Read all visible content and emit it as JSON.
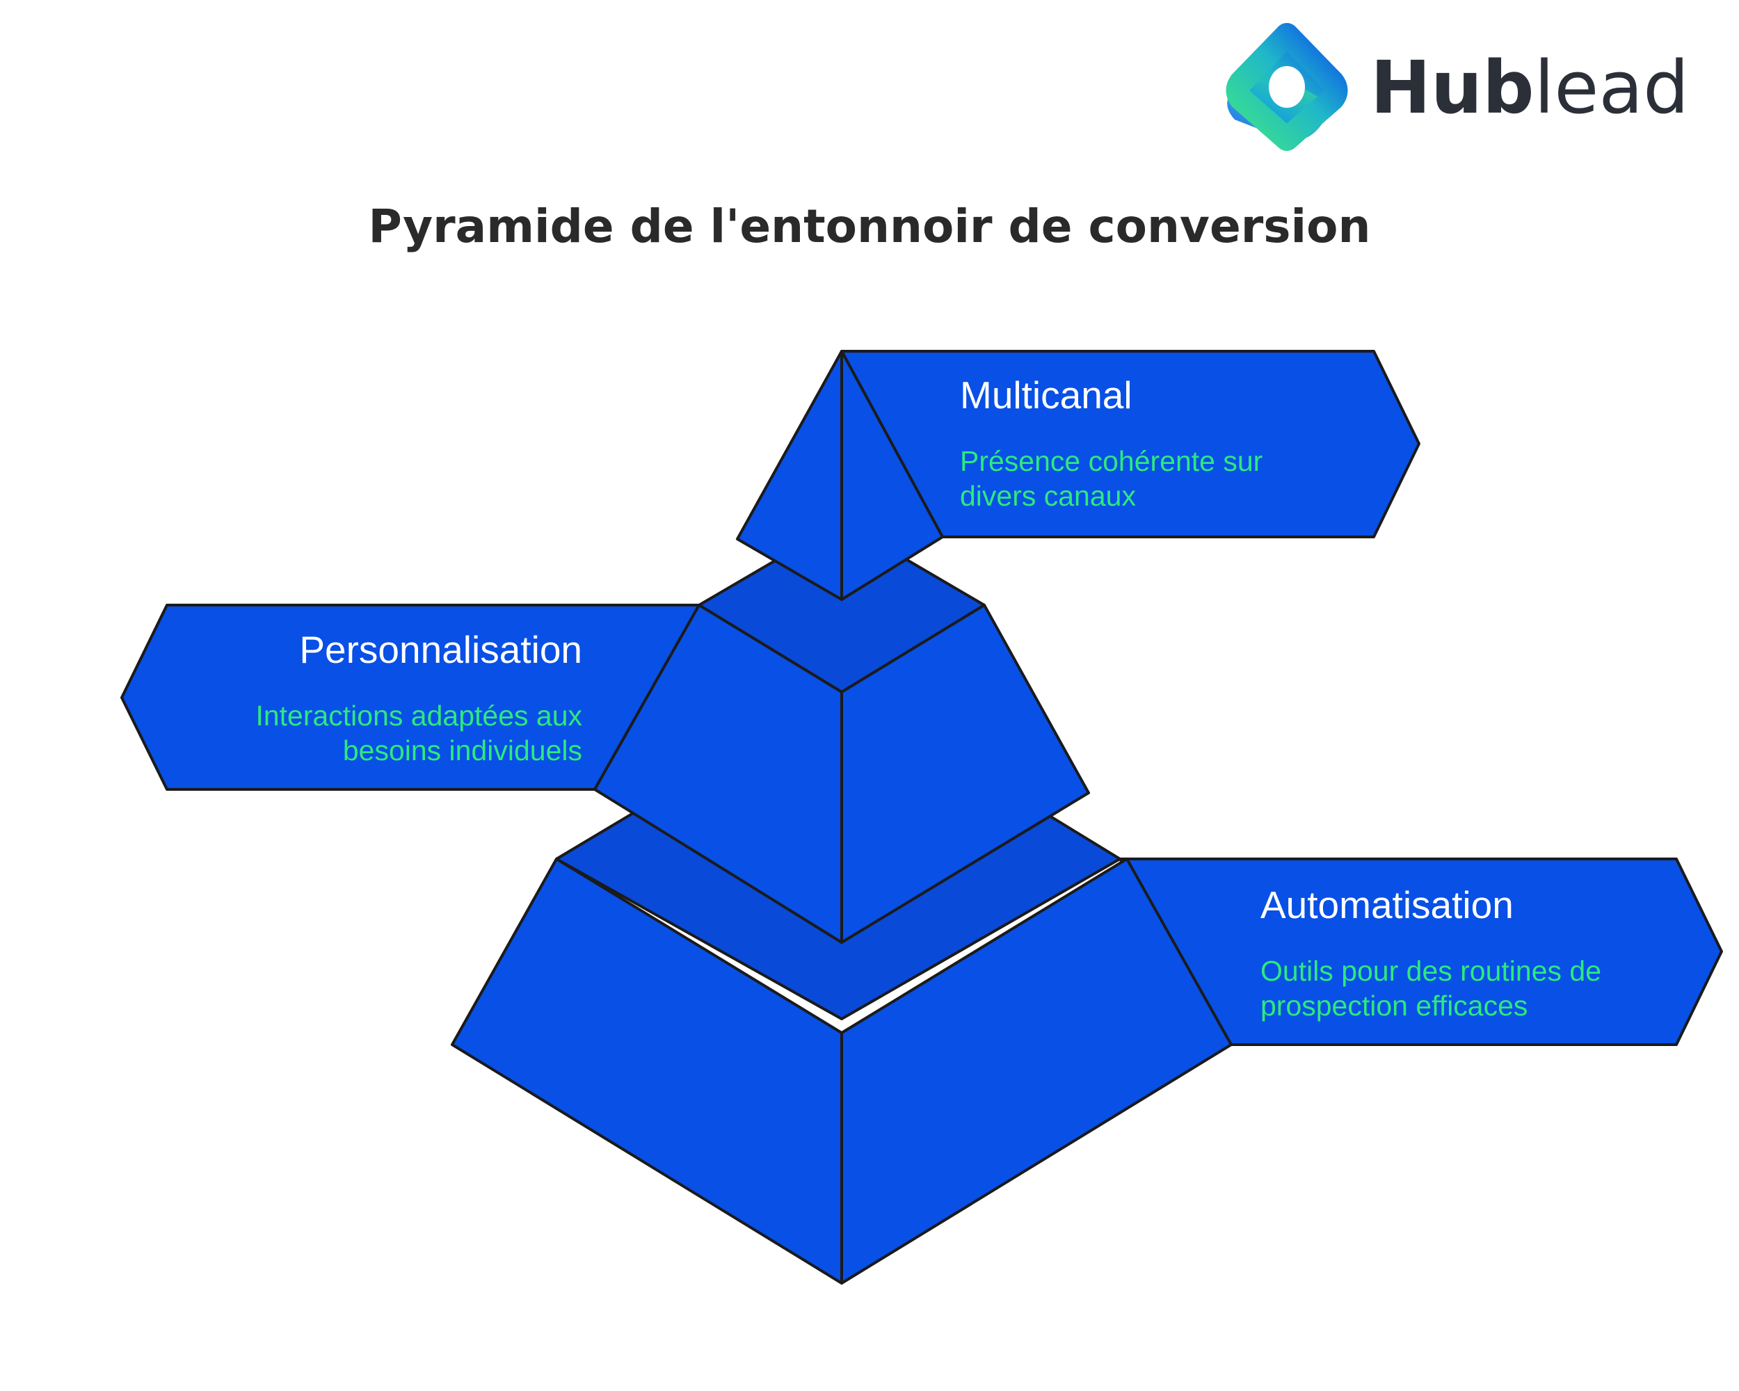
{
  "brand": {
    "name_bold": "Hub",
    "name_light": "lead"
  },
  "diagram": {
    "title": "Pyramide de l'entonnoir de conversion",
    "levels": [
      {
        "title": "Multicanal",
        "desc_lines": [
          "Présence cohérente sur",
          "divers canaux"
        ]
      },
      {
        "title": "Personnalisation",
        "desc_lines": [
          "Interactions adaptées aux",
          "besoins individuels"
        ]
      },
      {
        "title": "Automatisation",
        "desc_lines": [
          "Outils pour des routines de",
          "prospection efficaces"
        ]
      }
    ]
  },
  "colors": {
    "fill": "#0850e6",
    "fill_back": "#0a4ad8",
    "stroke": "#1b1b1b",
    "label_title": "#ffffff",
    "label_desc": "#2ee87f",
    "logo_green": "#3de28a",
    "logo_blue": "#0c52ea",
    "brand_text": "#2b2f38"
  }
}
